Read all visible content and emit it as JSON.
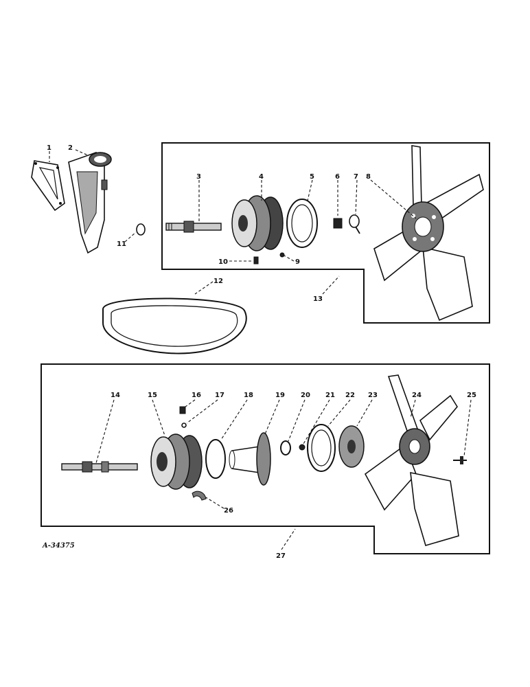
{
  "figure_id": "A-34375",
  "callouts": [
    "1",
    "2",
    "3",
    "4",
    "5",
    "6",
    "7",
    "8",
    "9",
    "10",
    "11",
    "12",
    "13",
    "14",
    "15",
    "16",
    "17",
    "18",
    "19",
    "20",
    "21",
    "22",
    "23",
    "24",
    "25",
    "26",
    "27"
  ]
}
